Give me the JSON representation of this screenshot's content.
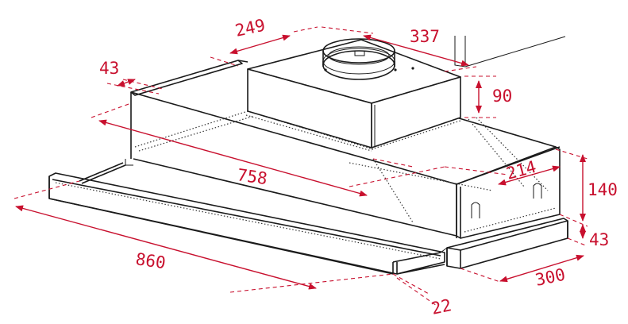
{
  "diagram": {
    "subject": "telescopic cooker hood dimension drawing",
    "units": "mm",
    "colors": {
      "dimension": "#c8102e",
      "outline": "#1a1a1a",
      "background": "#ffffff"
    },
    "dimensions": {
      "top_motor_depth": "249",
      "top_motor_width": "337",
      "back_inset": "43",
      "motor_height": "90",
      "body_width": "758",
      "side_depth": "214",
      "body_height": "140",
      "base_height": "43",
      "front_width": "860",
      "base_depth": "300",
      "front_thickness": "22"
    }
  }
}
